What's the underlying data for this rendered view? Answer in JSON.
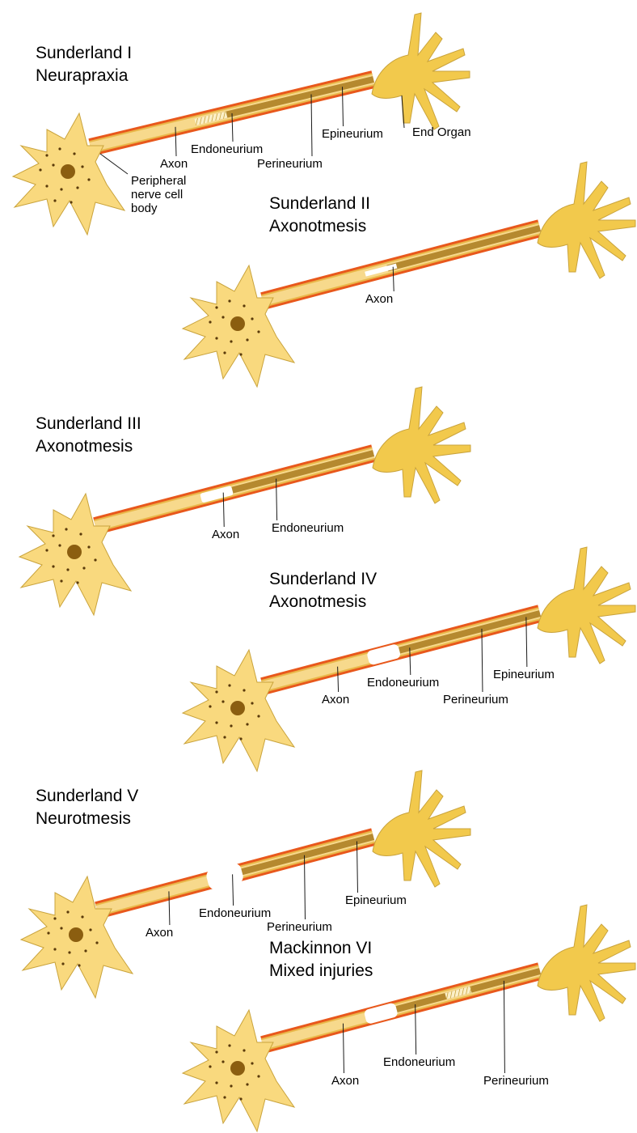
{
  "colors": {
    "cell_fill": "#F9D97E",
    "cell_stroke": "#C9A33C",
    "nucleus": "#8B5E10",
    "outer_sheath": "#E8581C",
    "perineurium_band": "#E9B84A",
    "endoneurium_band": "#F7D98C",
    "axon_band": "#A97A1E",
    "end_organ": "#F2C94C",
    "injury_gap": "#FFFFFF"
  },
  "panels": [
    {
      "id": "sunderland-1",
      "title_line1": "Sunderland I",
      "title_line2": "Neurapraxia",
      "injury": "demyelination",
      "labels": {
        "axon": "Axon",
        "endoneurium": "Endoneurium",
        "perineurium": "Perineurium",
        "epineurium": "Epineurium",
        "end_organ": "End Organ",
        "cell_body": [
          "Peripheral",
          "nerve cell",
          "body"
        ]
      }
    },
    {
      "id": "sunderland-2",
      "title_line1": "Sunderland II",
      "title_line2": "Axonotmesis",
      "injury": "axon-gap",
      "labels": {
        "axon": "Axon"
      }
    },
    {
      "id": "sunderland-3",
      "title_line1": "Sunderland III",
      "title_line2": "Axonotmesis",
      "injury": "endoneurium-gap",
      "labels": {
        "axon": "Axon",
        "endoneurium": "Endoneurium"
      }
    },
    {
      "id": "sunderland-4",
      "title_line1": "Sunderland IV",
      "title_line2": "Axonotmesis",
      "injury": "perineurium-gap",
      "labels": {
        "axon": "Axon",
        "endoneurium": "Endoneurium",
        "perineurium": "Perineurium",
        "epineurium": "Epineurium"
      }
    },
    {
      "id": "sunderland-5",
      "title_line1": "Sunderland V",
      "title_line2": "Neurotmesis",
      "injury": "complete-transection",
      "labels": {
        "axon": "Axon",
        "endoneurium": "Endoneurium",
        "perineurium": "Perineurium",
        "epineurium": "Epineurium"
      }
    },
    {
      "id": "mackinnon-6",
      "title_line1": "Mackinnon VI",
      "title_line2": "Mixed injuries",
      "injury": "mixed",
      "labels": {
        "axon": "Axon",
        "endoneurium": "Endoneurium",
        "perineurium": "Perineurium"
      }
    }
  ]
}
